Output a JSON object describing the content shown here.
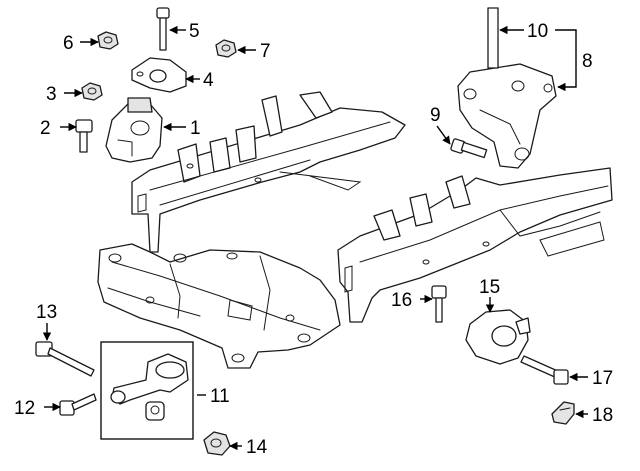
{
  "callouts": [
    {
      "id": "1",
      "label": "1"
    },
    {
      "id": "2",
      "label": "2"
    },
    {
      "id": "3",
      "label": "3"
    },
    {
      "id": "4",
      "label": "4"
    },
    {
      "id": "5",
      "label": "5"
    },
    {
      "id": "6",
      "label": "6"
    },
    {
      "id": "7",
      "label": "7"
    },
    {
      "id": "8",
      "label": "8"
    },
    {
      "id": "9",
      "label": "9"
    },
    {
      "id": "10",
      "label": "10"
    },
    {
      "id": "11",
      "label": "11"
    },
    {
      "id": "12",
      "label": "12"
    },
    {
      "id": "13",
      "label": "13"
    },
    {
      "id": "14",
      "label": "14"
    },
    {
      "id": "15",
      "label": "15"
    },
    {
      "id": "16",
      "label": "16"
    },
    {
      "id": "17",
      "label": "17"
    },
    {
      "id": "18",
      "label": "18"
    }
  ],
  "colors": {
    "line": "#1a1a1a",
    "shade": "#e4e4e4",
    "background": "#ffffff"
  }
}
